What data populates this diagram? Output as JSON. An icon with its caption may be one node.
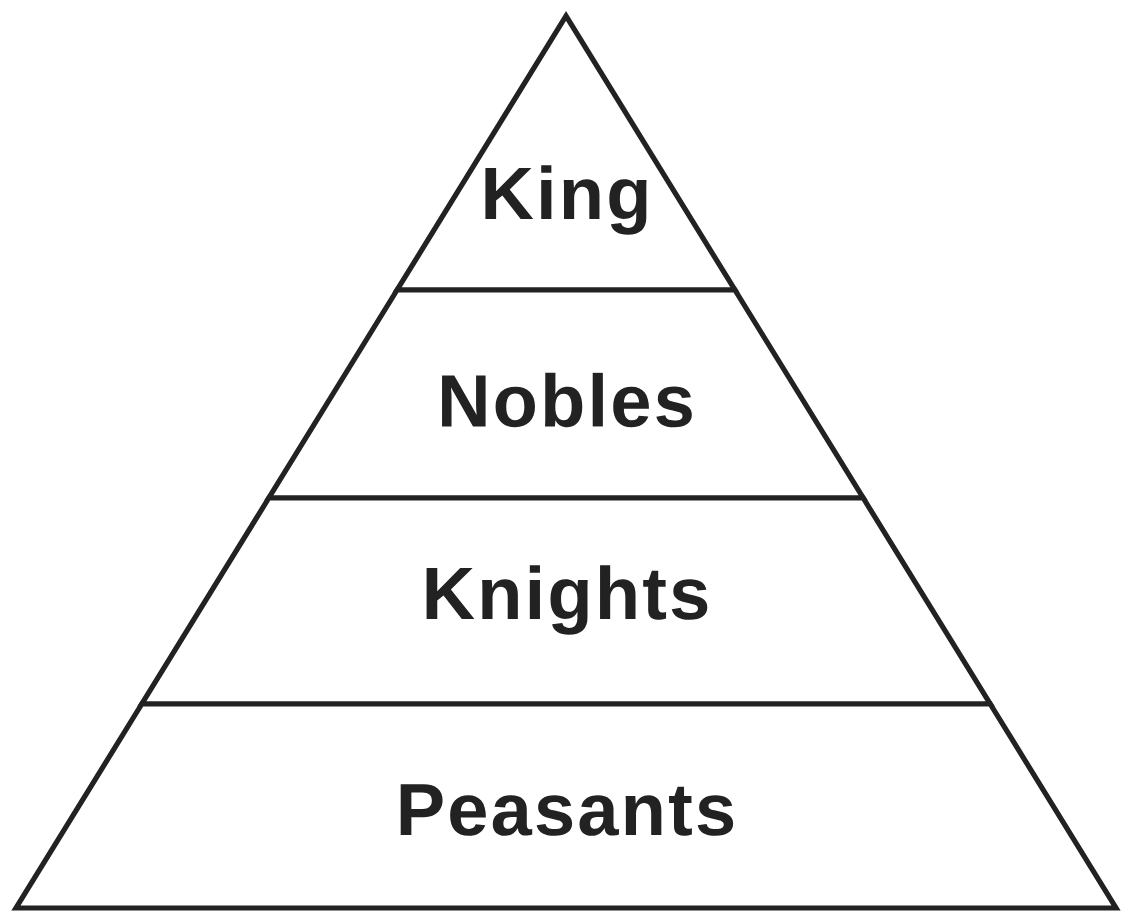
{
  "diagram": {
    "nodes": [
      {
        "text": [
          "King"
        ]
      },
      {
        "text": [
          "Nobles"
        ]
      },
      {
        "text": [
          "Knights"
        ]
      },
      {
        "text": [
          "Peasants"
        ]
      }
    ]
  }
}
